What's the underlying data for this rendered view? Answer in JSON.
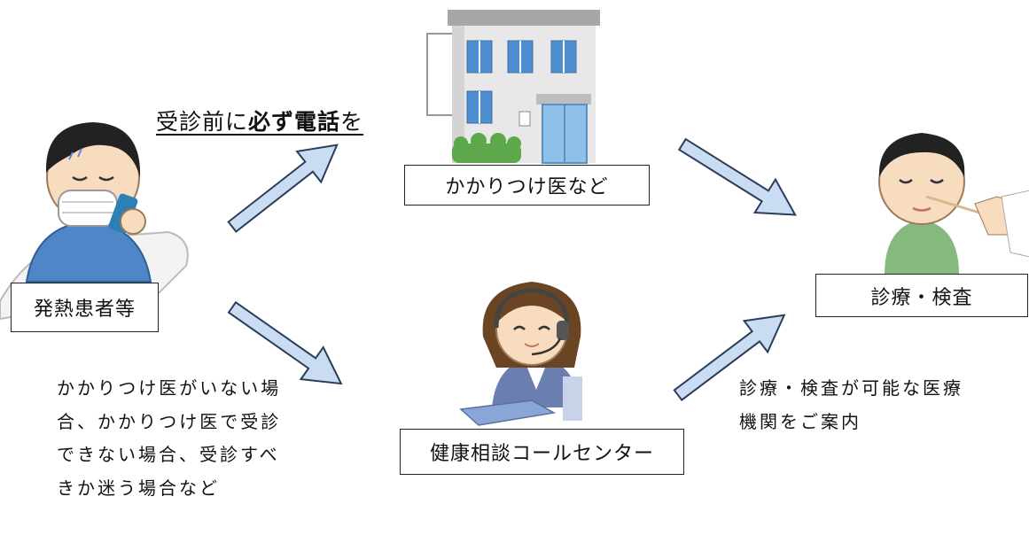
{
  "labels": {
    "patient": "発熱患者等",
    "clinic": "かかりつけ医など",
    "exam": "診療・検査",
    "call_center": "健康相談コールセンター"
  },
  "caption_top": {
    "part1": "受診前に",
    "part2_bold": "必ず電話",
    "part3": "を"
  },
  "note_left": "かかりつけ医がいない場合、かかりつけ医で受診できない場合、受診すべきか迷う場合など",
  "note_right": "診療・検査が可能な医療機関をご案内",
  "colors": {
    "arrow_fill": "#c9dcf2",
    "arrow_stroke": "#2a3d5a",
    "patient_shirt": "#4e86c8",
    "doctor_shirt": "#86b97e",
    "operator_suit": "#6a7fb0"
  }
}
